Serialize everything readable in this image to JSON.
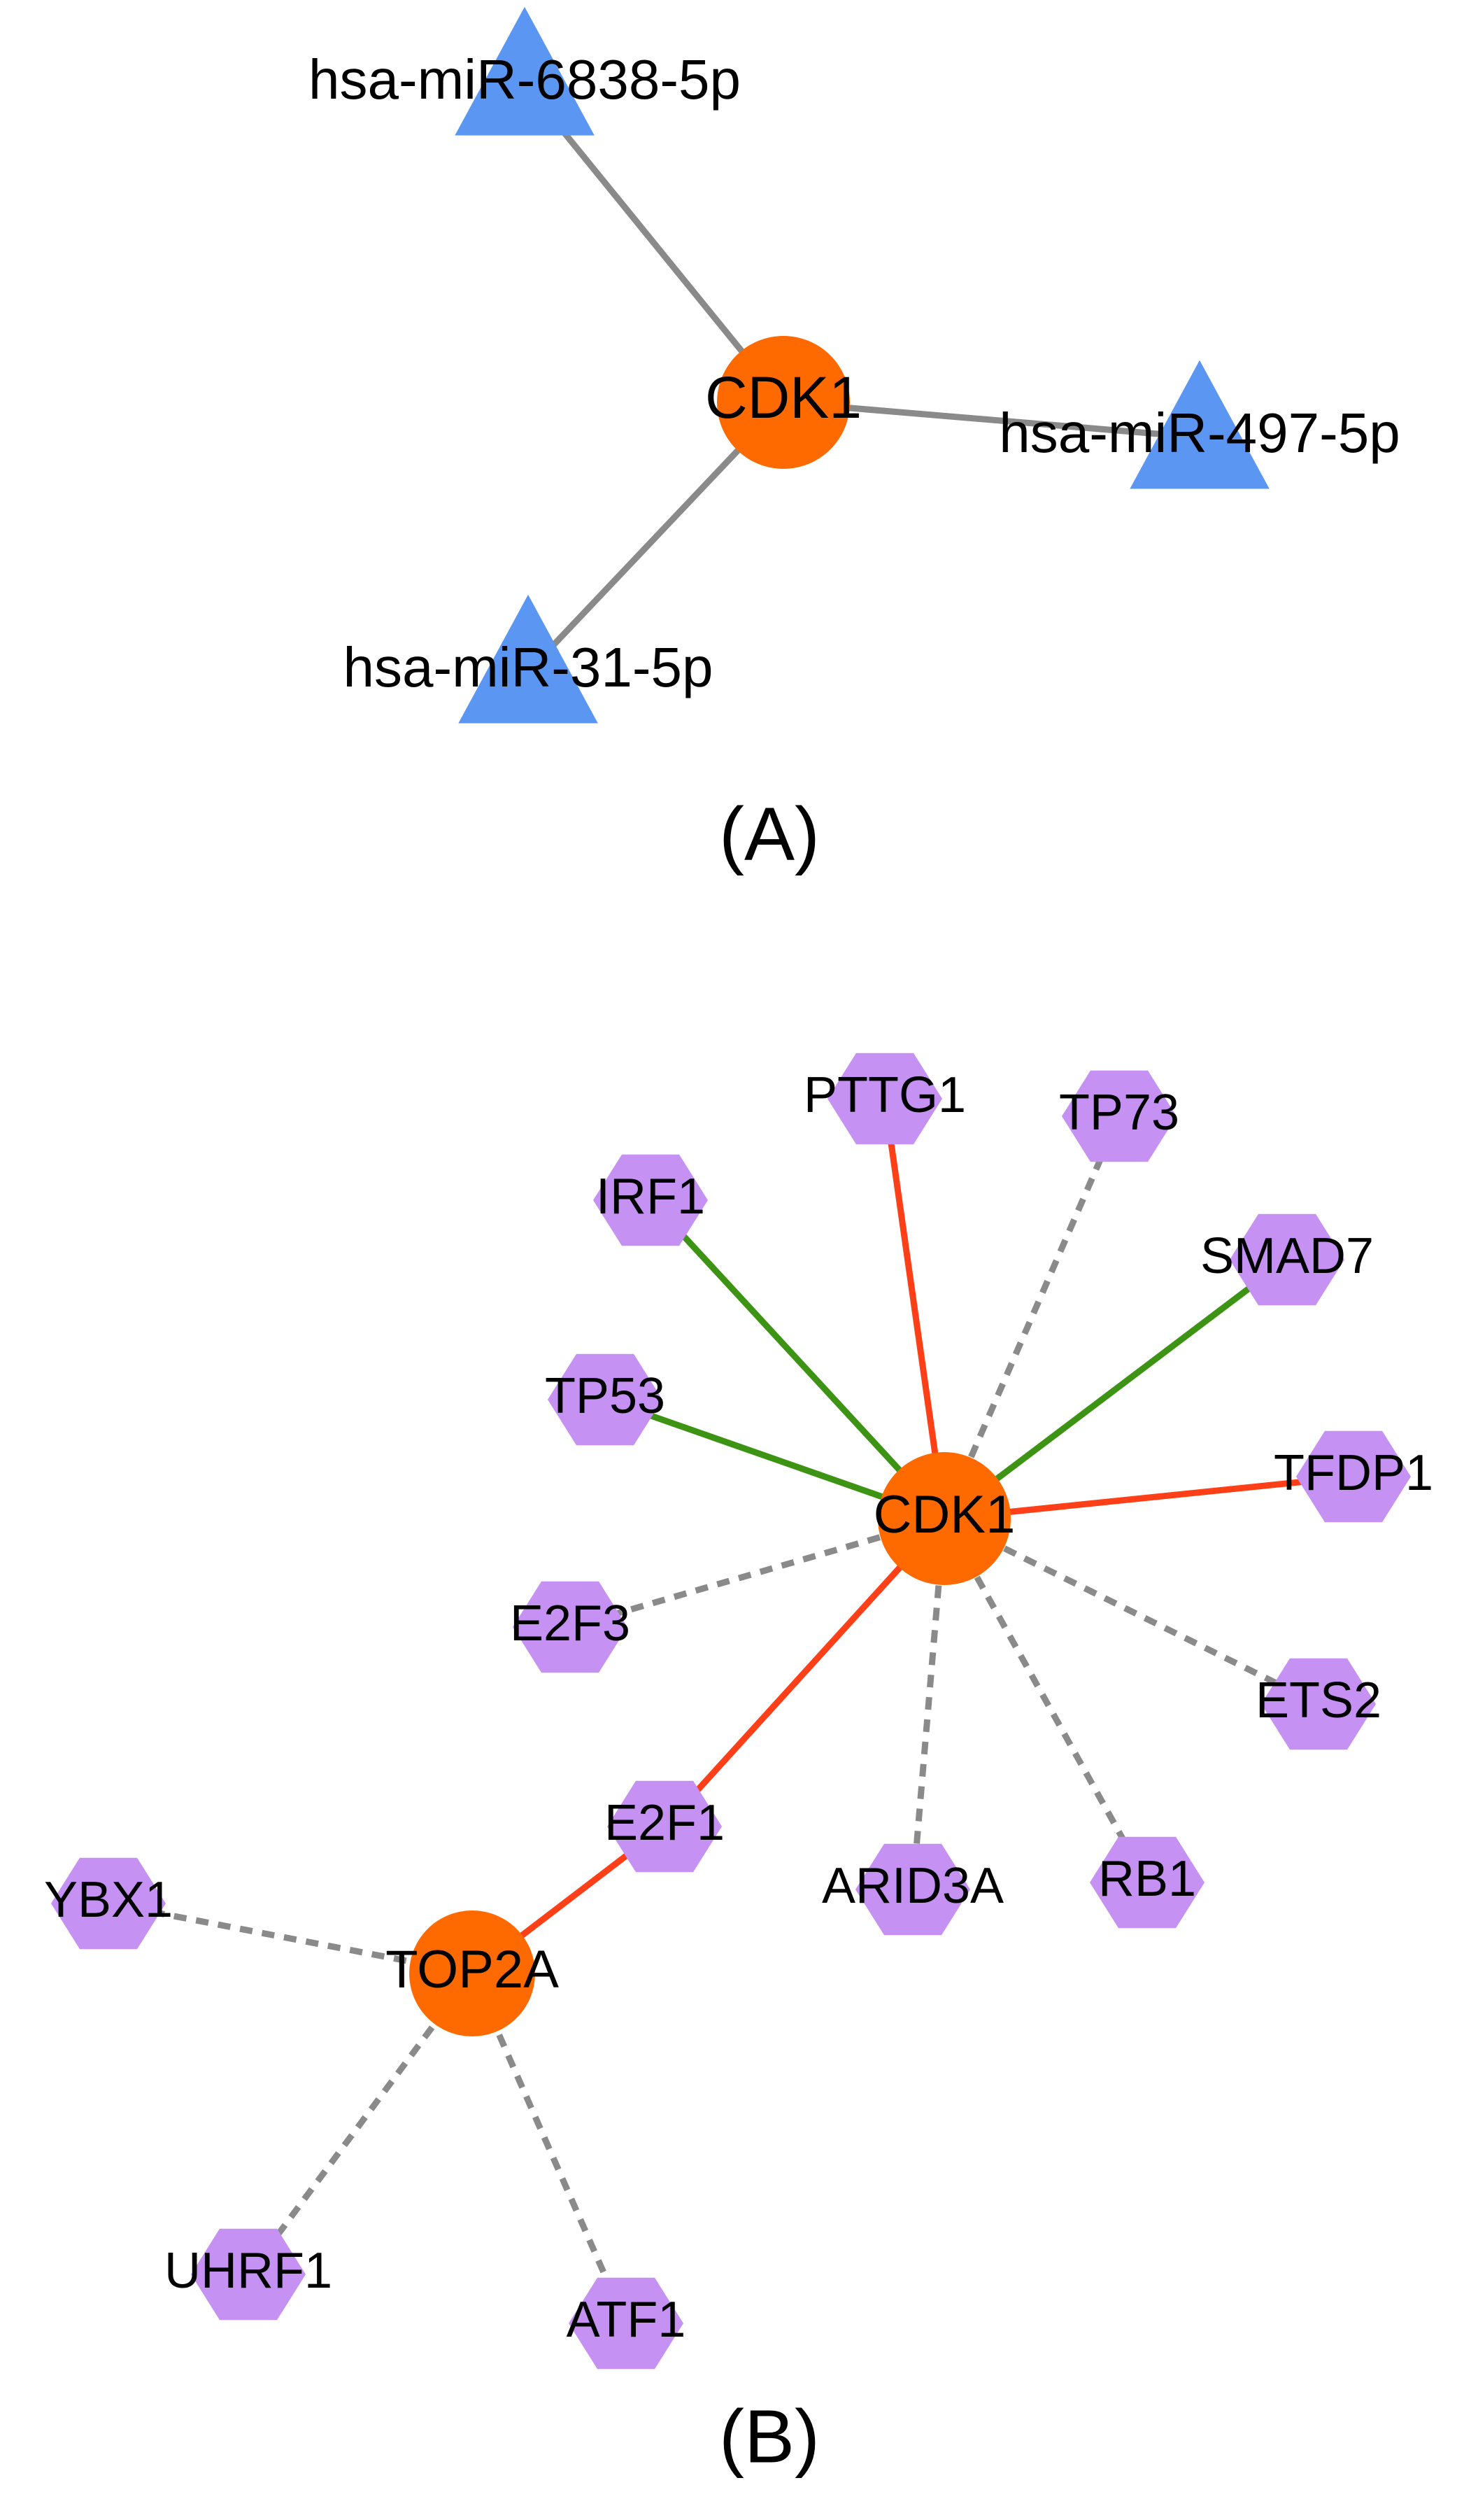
{
  "colors": {
    "background": "#ffffff",
    "hub_node": "#ff6a00",
    "mirna_node": "#5b97f2",
    "tf_node": "#c592f3",
    "edge_gray": "#8a8a8a",
    "edge_red": "#ff3f17",
    "edge_green": "#3d9414",
    "edge_dashed": "#8a8a8a"
  },
  "panel_a": {
    "label": "(A)",
    "nodes": [
      {
        "id": "cdk1_a",
        "label": "CDK1",
        "shape": "circle",
        "color": "hub_node"
      },
      {
        "id": "mir6838",
        "label": "hsa-miR-6838-5p",
        "shape": "triangle",
        "color": "mirna_node"
      },
      {
        "id": "mir497",
        "label": "hsa-miR-497-5p",
        "shape": "triangle",
        "color": "mirna_node"
      },
      {
        "id": "mir31",
        "label": "hsa-miR-31-5p",
        "shape": "triangle",
        "color": "mirna_node"
      }
    ],
    "edges": [
      {
        "from": "cdk1_a",
        "to": "mir6838",
        "style": "solid",
        "color": "edge_gray"
      },
      {
        "from": "cdk1_a",
        "to": "mir497",
        "style": "solid",
        "color": "edge_gray"
      },
      {
        "from": "cdk1_a",
        "to": "mir31",
        "style": "solid",
        "color": "edge_gray"
      }
    ]
  },
  "panel_b": {
    "label": "(B)",
    "nodes": [
      {
        "id": "cdk1_b",
        "label": "CDK1",
        "shape": "circle",
        "color": "hub_node"
      },
      {
        "id": "top2a",
        "label": "TOP2A",
        "shape": "circle",
        "color": "hub_node"
      },
      {
        "id": "pttg1",
        "label": "PTTG1",
        "shape": "hexagon",
        "color": "tf_node"
      },
      {
        "id": "tp73",
        "label": "TP73",
        "shape": "hexagon",
        "color": "tf_node"
      },
      {
        "id": "irf1",
        "label": "IRF1",
        "shape": "hexagon",
        "color": "tf_node"
      },
      {
        "id": "smad7",
        "label": "SMAD7",
        "shape": "hexagon",
        "color": "tf_node"
      },
      {
        "id": "tp53",
        "label": "TP53",
        "shape": "hexagon",
        "color": "tf_node"
      },
      {
        "id": "tfdp1",
        "label": "TFDP1",
        "shape": "hexagon",
        "color": "tf_node"
      },
      {
        "id": "e2f3",
        "label": "E2F3",
        "shape": "hexagon",
        "color": "tf_node"
      },
      {
        "id": "ets2",
        "label": "ETS2",
        "shape": "hexagon",
        "color": "tf_node"
      },
      {
        "id": "e2f1",
        "label": "E2F1",
        "shape": "hexagon",
        "color": "tf_node"
      },
      {
        "id": "arid3a",
        "label": "ARID3A",
        "shape": "hexagon",
        "color": "tf_node"
      },
      {
        "id": "rb1",
        "label": "RB1",
        "shape": "hexagon",
        "color": "tf_node"
      },
      {
        "id": "ybx1",
        "label": "YBX1",
        "shape": "hexagon",
        "color": "tf_node"
      },
      {
        "id": "uhrf1",
        "label": "UHRF1",
        "shape": "hexagon",
        "color": "tf_node"
      },
      {
        "id": "atf1",
        "label": "ATF1",
        "shape": "hexagon",
        "color": "tf_node"
      }
    ],
    "edges": [
      {
        "from": "cdk1_b",
        "to": "pttg1",
        "style": "solid",
        "color": "edge_red"
      },
      {
        "from": "cdk1_b",
        "to": "tp73",
        "style": "dashed",
        "color": "edge_dashed"
      },
      {
        "from": "cdk1_b",
        "to": "irf1",
        "style": "solid",
        "color": "edge_green"
      },
      {
        "from": "cdk1_b",
        "to": "smad7",
        "style": "solid",
        "color": "edge_green"
      },
      {
        "from": "cdk1_b",
        "to": "tp53",
        "style": "solid",
        "color": "edge_green"
      },
      {
        "from": "cdk1_b",
        "to": "tfdp1",
        "style": "solid",
        "color": "edge_red"
      },
      {
        "from": "cdk1_b",
        "to": "e2f3",
        "style": "dashed",
        "color": "edge_dashed"
      },
      {
        "from": "cdk1_b",
        "to": "ets2",
        "style": "dashed",
        "color": "edge_dashed"
      },
      {
        "from": "cdk1_b",
        "to": "arid3a",
        "style": "dashed",
        "color": "edge_dashed"
      },
      {
        "from": "cdk1_b",
        "to": "rb1",
        "style": "dashed",
        "color": "edge_dashed"
      },
      {
        "from": "cdk1_b",
        "to": "e2f1",
        "style": "solid",
        "color": "edge_red"
      },
      {
        "from": "e2f1",
        "to": "top2a",
        "style": "solid",
        "color": "edge_red"
      },
      {
        "from": "top2a",
        "to": "ybx1",
        "style": "dashed",
        "color": "edge_dashed"
      },
      {
        "from": "top2a",
        "to": "uhrf1",
        "style": "dashed",
        "color": "edge_dashed"
      },
      {
        "from": "top2a",
        "to": "atf1",
        "style": "dashed",
        "color": "edge_dashed"
      }
    ]
  }
}
